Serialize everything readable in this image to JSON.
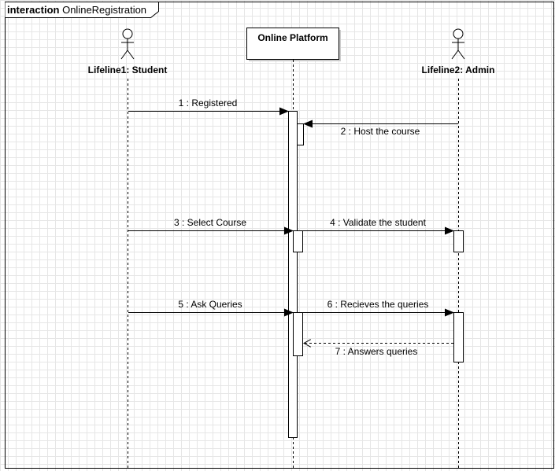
{
  "frame": {
    "keyword": "interaction",
    "name": "OnlineRegistration"
  },
  "lifelines": {
    "student": "Lifeline1: Student",
    "platform": "Online Platform",
    "admin": "Lifeline2: Admin"
  },
  "messages": [
    {
      "label": "1 : Registered",
      "from": "student",
      "to": "platform",
      "kind": "sync"
    },
    {
      "label": "2 : Host the course",
      "from": "admin",
      "to": "platform",
      "kind": "sync"
    },
    {
      "label": "3 : Select Course",
      "from": "student",
      "to": "platform",
      "kind": "sync"
    },
    {
      "label": "4 : Validate the student",
      "from": "platform",
      "to": "admin",
      "kind": "sync"
    },
    {
      "label": "5 : Ask Queries",
      "from": "student",
      "to": "platform",
      "kind": "sync"
    },
    {
      "label": "6 : Recieves the queries",
      "from": "platform",
      "to": "admin",
      "kind": "sync"
    },
    {
      "label": "7 : Answers queries",
      "from": "admin",
      "to": "platform",
      "kind": "reply"
    }
  ]
}
